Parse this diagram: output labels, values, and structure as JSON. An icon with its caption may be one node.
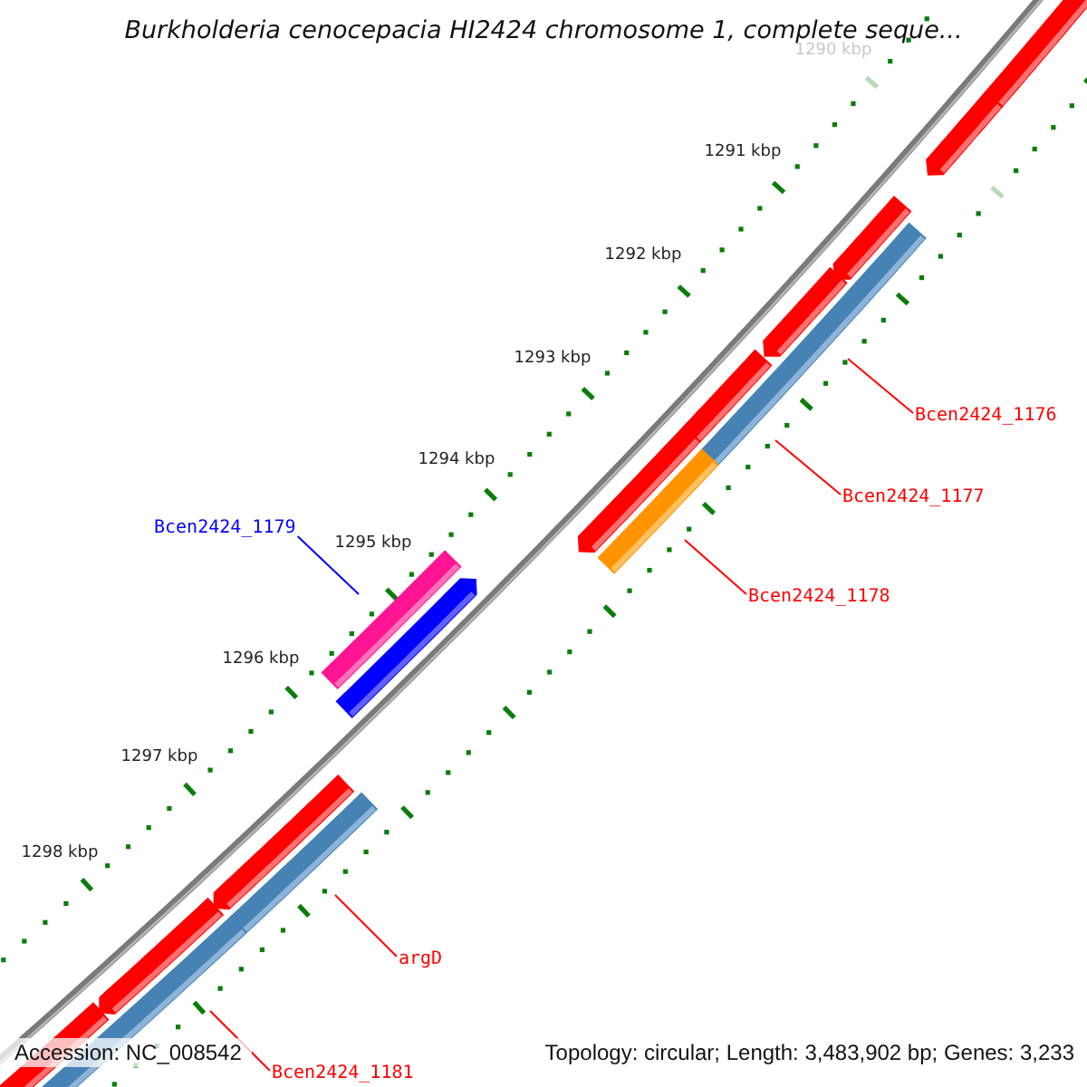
{
  "diagram": {
    "title": "Burkholderia cenocepacia HI2424 chromosome 1, complete seque...",
    "nodes": [
      {
        "text": [
          "Bcen2424_1176"
        ]
      },
      {
        "text": [
          "Bcen2424_1177"
        ]
      },
      {
        "text": [
          "Bcen2424_1179"
        ]
      },
      {
        "text": [
          "Bcen2424_1178"
        ]
      },
      {
        "text": [
          "argD"
        ]
      },
      {
        "text": [
          "Bcen2424_1181"
        ]
      }
    ],
    "edges": [
      {
        "from": 0,
        "to": null,
        "arrow": "none"
      },
      {
        "from": 1,
        "to": null,
        "arrow": "none"
      },
      {
        "from": 2,
        "to": null,
        "arrow": "none",
        "color": "#0000ff"
      },
      {
        "from": 3,
        "to": null,
        "arrow": "none"
      },
      {
        "from": 4,
        "to": null,
        "arrow": "none"
      },
      {
        "from": 5,
        "to": null,
        "arrow": "none"
      }
    ],
    "labels": [
      "1290 kbp",
      "1291 kbp",
      "1292 kbp",
      "1293 kbp",
      "1294 kbp",
      "1295 kbp",
      "1296 kbp",
      "1297 kbp",
      "1298 kbp",
      "Accession: NC_008542",
      "Topology: circular; Length: 3,483,902 bp; Genes: 3,233"
    ]
  }
}
